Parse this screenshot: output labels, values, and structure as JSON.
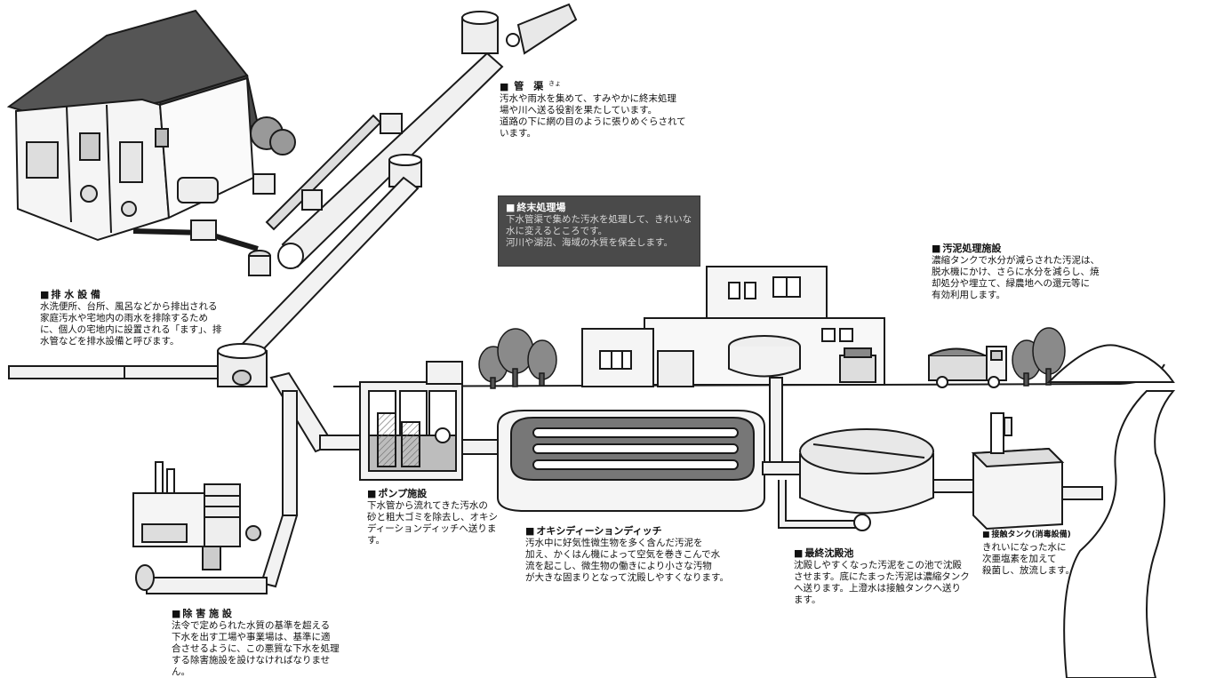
{
  "labels": {
    "pipe": {
      "title": "管　渠",
      "ruby": "きょ",
      "body": "汚水や雨水を集めて、すみやかに終末処理\n場や川へ送る役割を果たしています。\n道路の下に網の目のように張りめぐらされて\nいます。"
    },
    "treatment_plant": {
      "title": "終末処理場",
      "body": "下水管渠で集めた汚水を処理して、きれいな\n水に変えるところです。\n河川や湖沼、海域の水質を保全します。"
    },
    "sludge": {
      "title": "汚泥処理施設",
      "body": "濃縮タンクで水分が減らされた汚泥は、\n脱水機にかけ、さらに水分を減らし、焼\n却処分や埋立て、緑農地への還元等に\n有効利用します。"
    },
    "drainage": {
      "title": "排 水 設 備",
      "body": "水洗便所、台所、風呂などから排出される\n家庭汚水や宅地内の雨水を排除するため\nに、個人の宅地内に設置される「ます」、排\n水管などを排水設備と呼びます。"
    },
    "pump": {
      "title": "ポンプ施設",
      "body": "下水管から流れてきた汚水の\n砂と粗大ゴミを除去し、オキシ\nディーションディッチへ送りま\nす。"
    },
    "ditch": {
      "title": "オキシディーションディッチ",
      "body": "汚水中に好気性微生物を多く含んだ汚泥を\n加え、かくはん機によって空気を巻きこんで水\n流を起こし、微生物の働きにより小さな汚物\nが大きな固まりとなって沈殿しやすくなります。"
    },
    "final_settling": {
      "title": "最終沈殿池",
      "body": "沈殿しやすくなった汚泥をこの池で沈殿\nさせます。底にたまった汚泥は濃縮タンク\nへ送ります。上澄水は接触タンクへ送り\nます。"
    },
    "contact_tank": {
      "title": "接触タンク(消毒設備)",
      "body": "きれいになった水に\n次亜塩素を加えて\n殺菌し、放流します。"
    },
    "pretreatment": {
      "title": "除 害 施 設",
      "body": "法令で定められた水質の基準を超える\n下水を出す工場や事業場は、基準に適\n合させるように、この悪質な下水を処理\nする除害施設を設けなければなりませ\nん。"
    }
  },
  "colors": {
    "line": "#1a1a1a",
    "fill_light": "#f2f2f2",
    "fill_mid": "#bdbdbd",
    "fill_dark": "#555555",
    "tree": "#8a8a8a",
    "box_dark": "#4a4a4a"
  }
}
